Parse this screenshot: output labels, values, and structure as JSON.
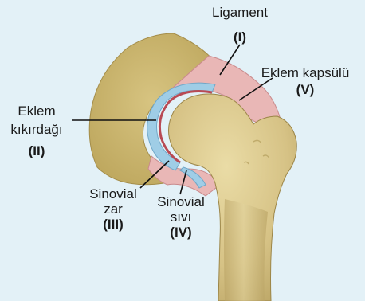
{
  "labels": {
    "ligament": {
      "name": "Ligament",
      "num": "(I)"
    },
    "cartilage": {
      "name_line1": "Eklem",
      "name_line2": "kıkırdağı",
      "num": "(II)"
    },
    "synovial_membrane": {
      "name_line1": "Sinovial",
      "name_line2": "zar",
      "num": "(III)"
    },
    "synovial_fluid": {
      "name_line1": "Sinovial",
      "name_line2": "sıvı",
      "num": "(IV)"
    },
    "capsule": {
      "name": "Eklem kapsülü",
      "num": "(V)"
    }
  },
  "colors": {
    "background": "#e3f1f7",
    "bone": "#d6c285",
    "pelvis": "#c9b46b",
    "capsule": "#e9b7b6",
    "membrane": "#b84a54",
    "fluid": "#9fcde6",
    "leader": "#111111"
  }
}
